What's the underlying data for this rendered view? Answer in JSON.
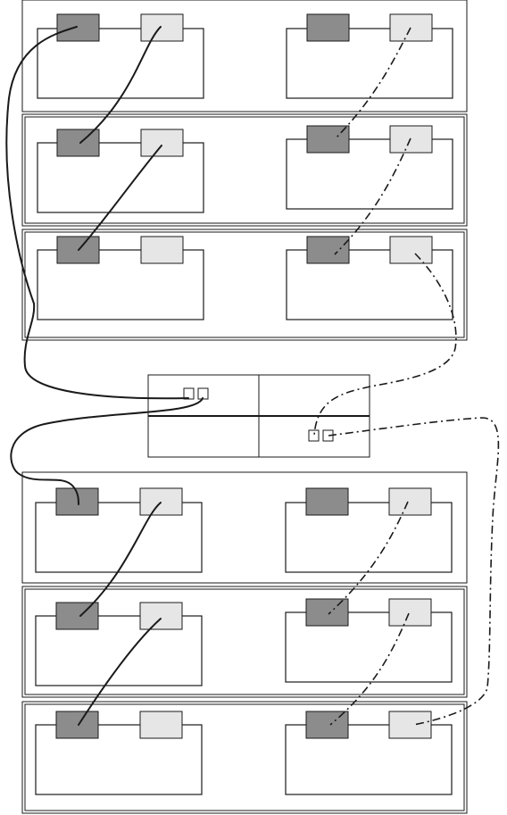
{
  "diagram": {
    "shelves": [
      {
        "id": "shelf-1",
        "modules": [
          "module-a",
          "module-b"
        ]
      },
      {
        "id": "shelf-2",
        "modules": [
          "module-a",
          "module-b"
        ]
      },
      {
        "id": "shelf-3",
        "modules": [
          "module-a",
          "module-b"
        ]
      },
      {
        "id": "shelf-4",
        "modules": [
          "module-a",
          "module-b"
        ]
      },
      {
        "id": "shelf-5",
        "modules": [
          "module-a",
          "module-b"
        ]
      },
      {
        "id": "shelf-6",
        "modules": [
          "module-a",
          "module-b"
        ]
      }
    ],
    "controller": {
      "ports": [
        "port-1",
        "port-2",
        "port-3",
        "port-4"
      ]
    },
    "cable_styles": [
      "solid",
      "dash-dot"
    ],
    "colors": {
      "line": "#1a1a1a",
      "port_dark": "#8c8c8c",
      "port_light": "#e6e6e6",
      "background": "#ffffff"
    }
  }
}
